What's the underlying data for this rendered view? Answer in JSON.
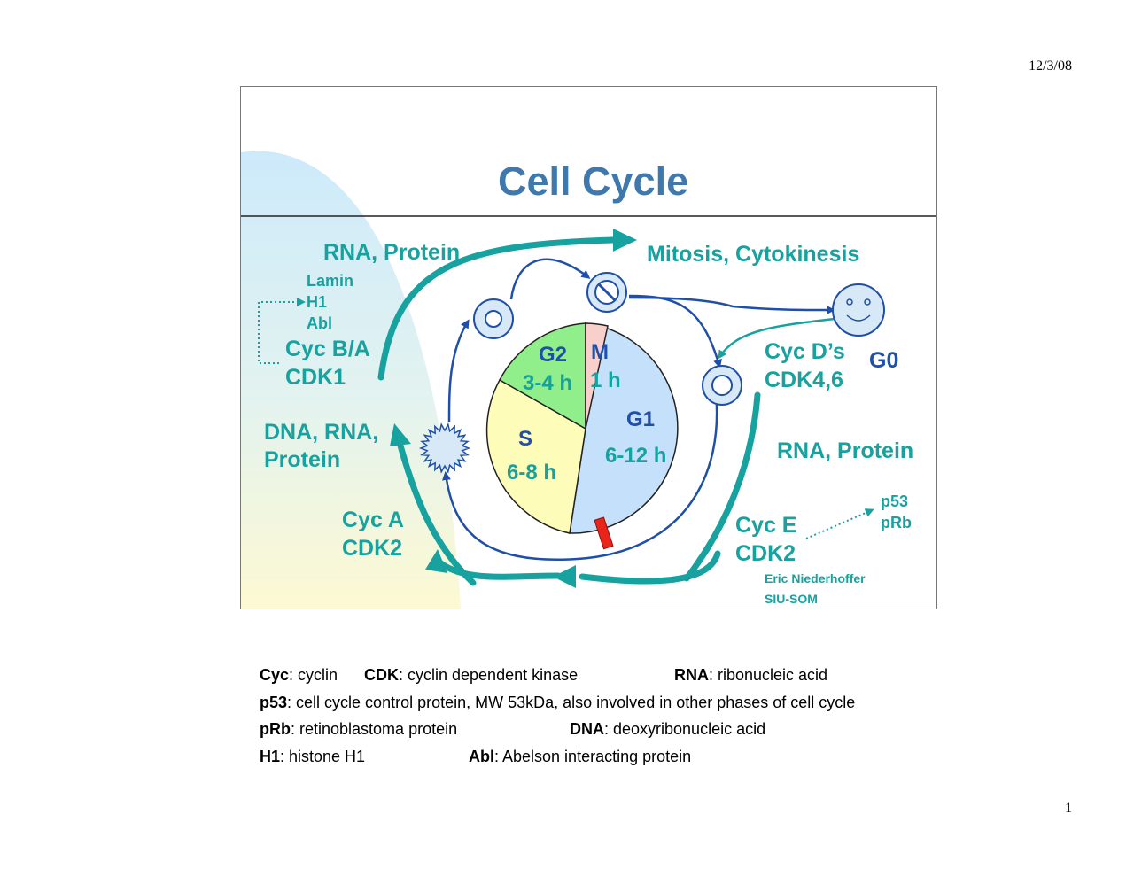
{
  "header": {
    "date": "12/3/08"
  },
  "footer": {
    "page_number": "1"
  },
  "slide": {
    "title": "Cell Cycle",
    "phases": [
      {
        "name": "G1",
        "duration": "6-12 h",
        "color": "#c5e0fa"
      },
      {
        "name": "S",
        "duration": "6-8 h",
        "color": "#fdfcb8"
      },
      {
        "name": "G2",
        "duration": "3-4 h",
        "color": "#90ef8a"
      },
      {
        "name": "M",
        "duration": "1 h",
        "color": "#f9cfcc"
      }
    ],
    "labels": {
      "rna_protein_top": "RNA, Protein",
      "mitosis": "Mitosis, Cytokinesis",
      "lamin": "Lamin",
      "h1": "H1",
      "abl": "Abl",
      "cyc_ba": "Cyc B/A",
      "cdk1": "CDK1",
      "dna_rna": "DNA, RNA,",
      "protein": "Protein",
      "cyc_a": "Cyc A",
      "cdk2_a": "CDK2",
      "cyc_ds": "Cyc D’s",
      "cdk46": "CDK4,6",
      "g0": "G0",
      "rna_protein_right": "RNA, Protein",
      "p53": "p53",
      "prb": "pRb",
      "cyc_e": "Cyc E",
      "cdk2_e": "CDK2",
      "author": "Eric Niederhoffer",
      "affiliation": "SIU-SOM"
    },
    "colors": {
      "teal": "#17a2a0",
      "navy": "#1f4fa8",
      "title": "#3f78ad",
      "checkpoint": "#e8241b"
    }
  },
  "legend": {
    "rows": [
      [
        {
          "term": "Cyc",
          "def": ": cyclin"
        },
        {
          "term": "CDK",
          "def": ": cyclin dependent kinase"
        },
        {
          "term": "RNA",
          "def": ": ribonucleic acid"
        }
      ],
      [
        {
          "term": "p53",
          "def": ": cell cycle control protein, MW 53kDa, also involved in other phases of cell cycle"
        }
      ],
      [
        {
          "term": "pRb",
          "def": ": retinoblastoma protein"
        },
        {
          "term": "DNA",
          "def": ": deoxyribonucleic acid"
        }
      ],
      [
        {
          "term": "H1",
          "def": ": histone H1"
        },
        {
          "term": "Abl",
          "def": ": Abelson interacting protein"
        }
      ]
    ]
  }
}
